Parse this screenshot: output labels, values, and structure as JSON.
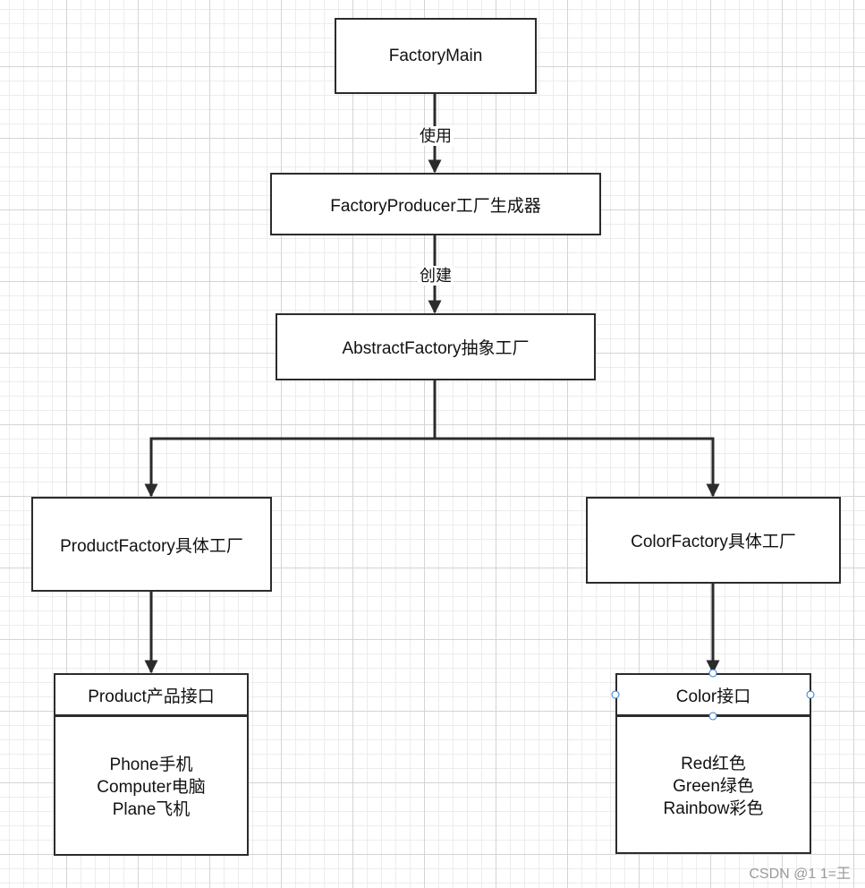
{
  "nodes": {
    "factory_main": "FactoryMain",
    "factory_producer": "FactoryProducer工厂生成器",
    "abstract_factory": "AbstractFactory抽象工厂",
    "product_factory": "ProductFactory具体工厂",
    "color_factory": "ColorFactory具体工厂"
  },
  "interfaces": {
    "product": {
      "title": "Product产品接口",
      "items": [
        "Phone手机",
        "Computer电脑",
        "Plane飞机"
      ]
    },
    "color": {
      "title": "Color接口",
      "items": [
        "Red红色",
        "Green绿色",
        "Rainbow彩色"
      ]
    }
  },
  "edges": {
    "use_label": "使用",
    "create_label": "创建"
  },
  "watermark": "CSDN @1 1=王",
  "colors": {
    "stroke": "#2b2b2b",
    "handle": "#2a7bd6",
    "grid": "#d4d4d4"
  }
}
